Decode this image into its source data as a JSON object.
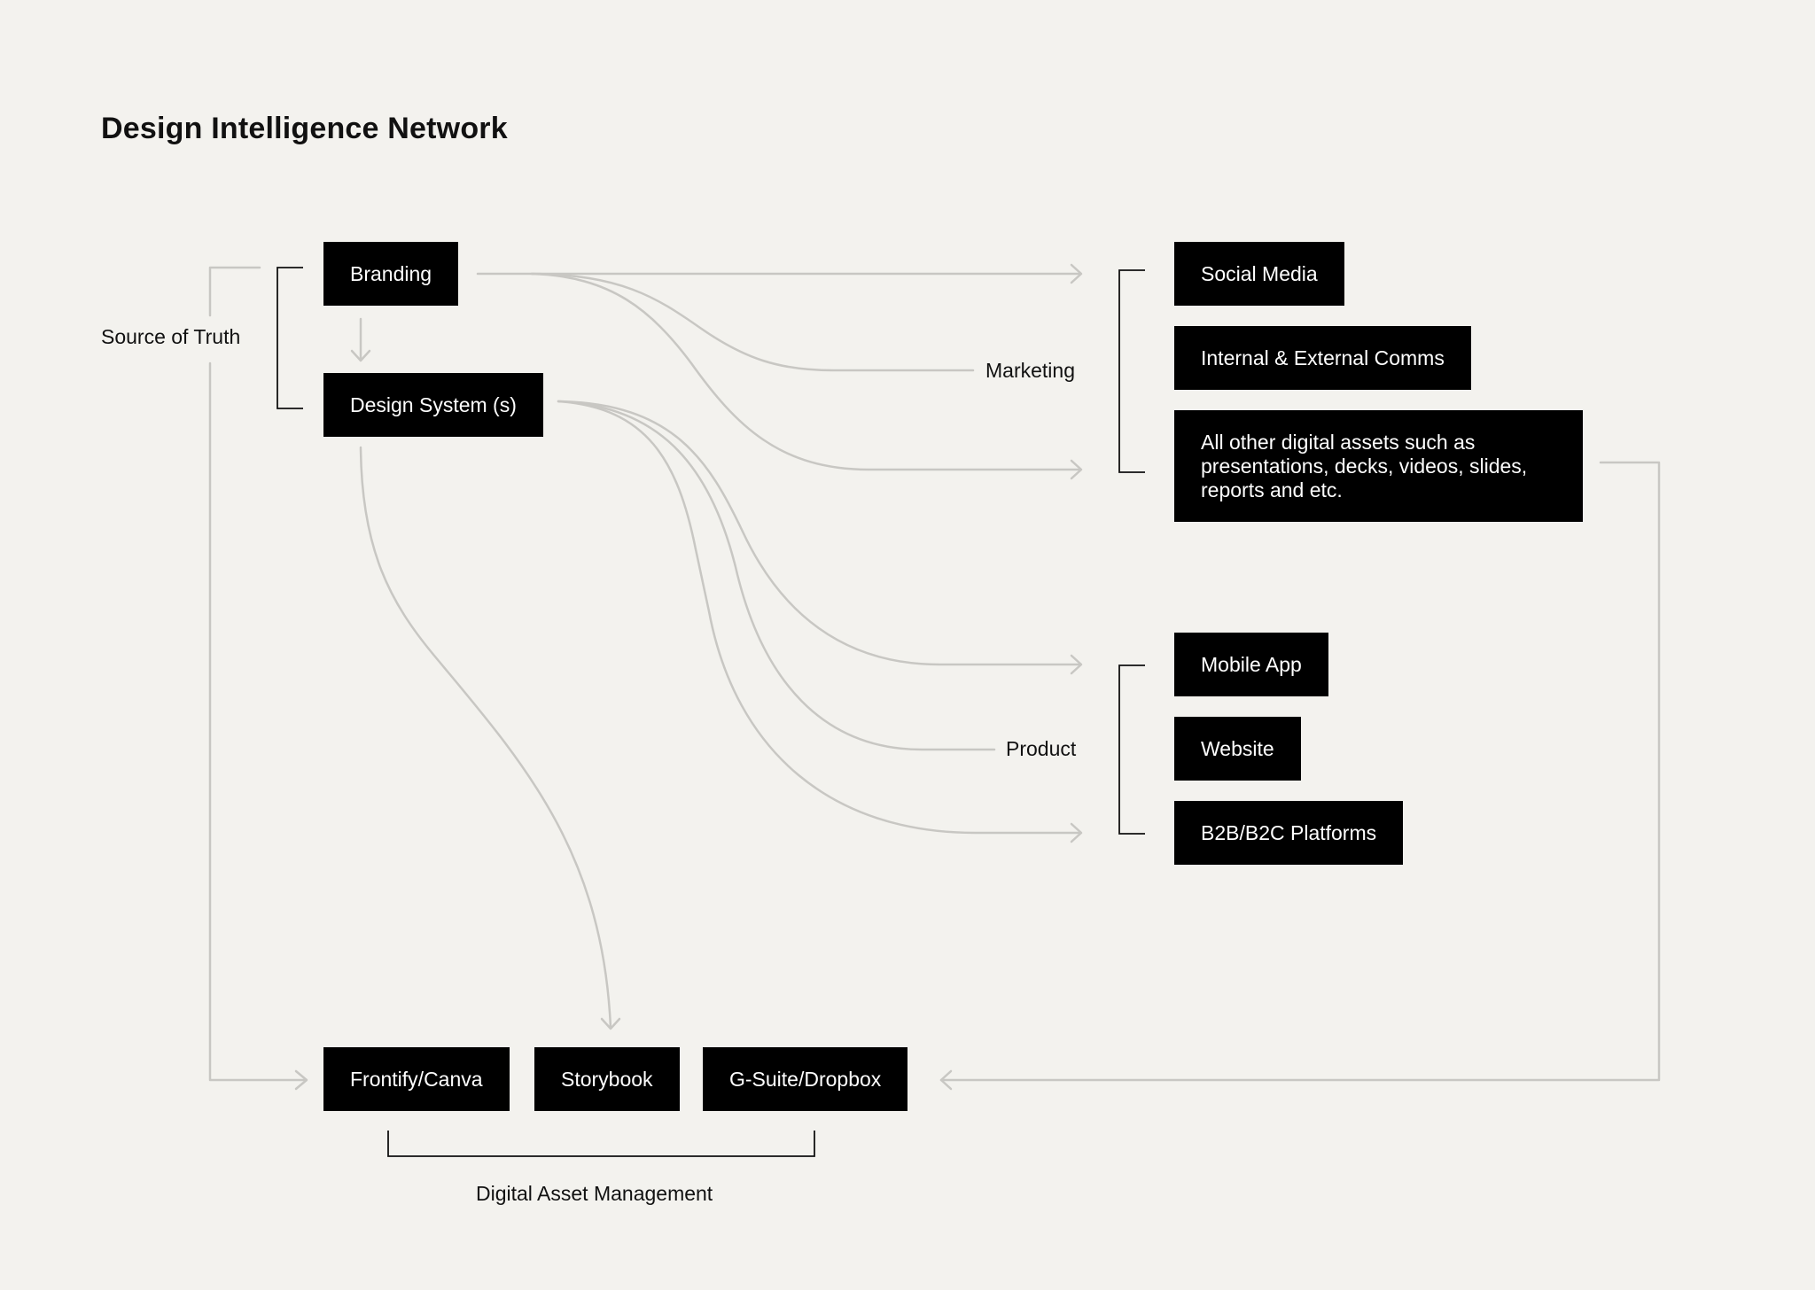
{
  "title": "Design Intelligence Network",
  "colors": {
    "background": "#f3f2ee",
    "box": "#000000",
    "box_text": "#ffffff",
    "connector": "#c8c7c3",
    "bracket": "#111111"
  },
  "sources": {
    "branding": "Branding",
    "design_system": "Design System (s)"
  },
  "groups": {
    "source_of_truth": "Source of Truth",
    "marketing": "Marketing",
    "product": "Product",
    "digital_asset_management": "Digital Asset Management"
  },
  "marketing_items": {
    "social_media": "Social Media",
    "comms": "Internal & External Comms",
    "other_assets": "All other digital assets such as presentations, decks, videos, slides, reports and etc."
  },
  "product_items": {
    "mobile_app": "Mobile App",
    "website": "Website",
    "platforms": "B2B/B2C Platforms"
  },
  "dam_items": {
    "frontify": "Frontify/Canva",
    "storybook": "Storybook",
    "gsuite": "G-Suite/Dropbox"
  }
}
